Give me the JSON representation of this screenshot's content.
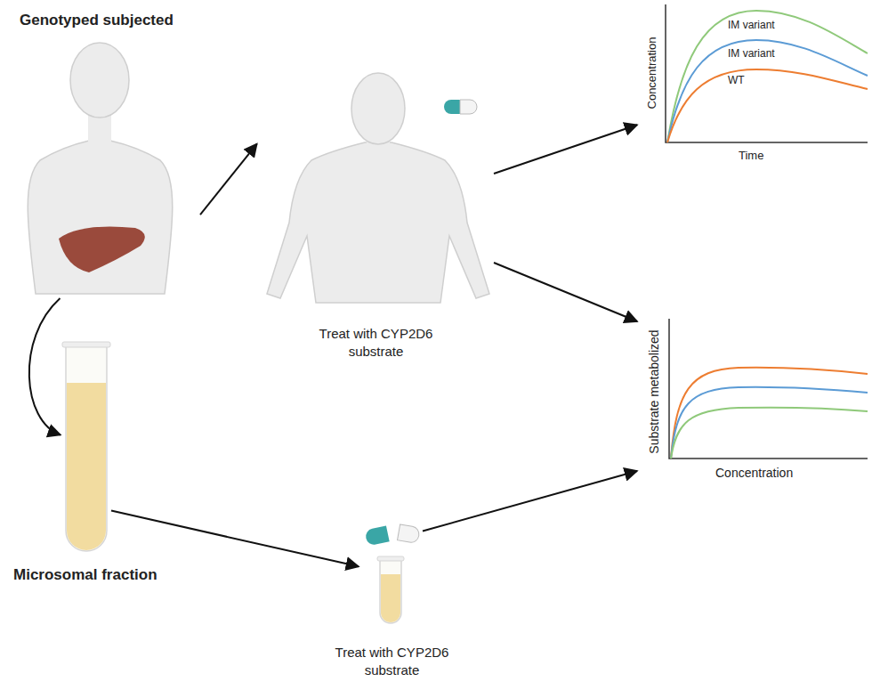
{
  "diagram": {
    "nodes": [
      {
        "text": [
          "Genotyped subjected"
        ]
      },
      {
        "text": [
          "Treat with CYP2D6 substrate"
        ]
      },
      {
        "text": [
          "Microsomal fraction"
        ]
      },
      {
        "text": [
          "Treat with CYP2D6 substrate"
        ]
      },
      {
        "text": [
          "IM variant",
          "IM variant",
          "WT",
          "Concentration",
          "Time"
        ]
      },
      {
        "text": [
          "Substrate metabolized",
          "Concentration"
        ]
      }
    ],
    "edges": [
      {
        "from": 0,
        "to": 1,
        "arrow": "to"
      },
      {
        "from": 0,
        "to": 2,
        "arrow": "to"
      },
      {
        "from": 2,
        "to": 3,
        "arrow": "to"
      },
      {
        "from": 1,
        "to": 4,
        "arrow": "to"
      },
      {
        "from": 1,
        "to": 5,
        "arrow": "to"
      },
      {
        "from": 3,
        "to": 5,
        "arrow": "to"
      }
    ]
  }
}
